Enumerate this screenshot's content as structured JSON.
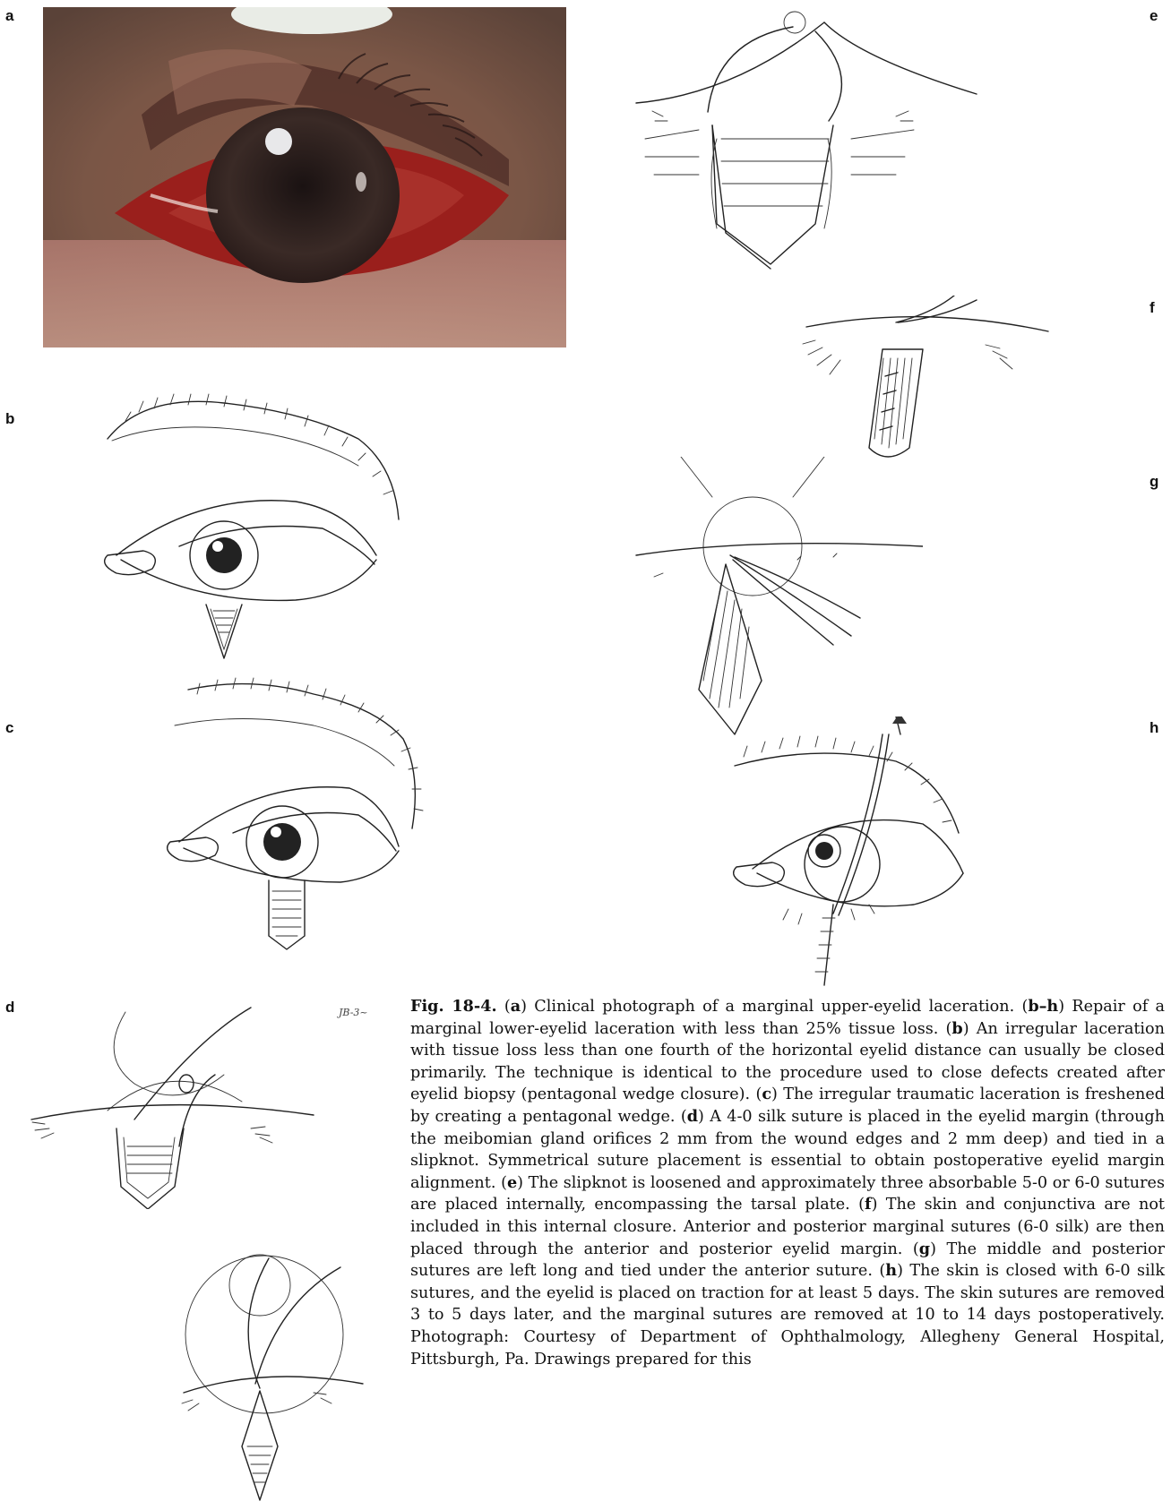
{
  "panels": {
    "a": "a",
    "b": "b",
    "c": "c",
    "d": "d",
    "e": "e",
    "f": "f",
    "g": "g",
    "h": "h"
  },
  "artist_mark": "JB-3~",
  "caption": {
    "fig_label": "Fig. 18-4.",
    "segments": [
      {
        "t": " (",
        "b": false
      },
      {
        "t": "a",
        "b": true
      },
      {
        "t": ") Clinical photograph of a marginal upper-eyelid laceration. (",
        "b": false
      },
      {
        "t": "b–h",
        "b": true
      },
      {
        "t": ") Repair of a marginal lower-eyelid laceration with less than 25% tissue loss. (",
        "b": false
      },
      {
        "t": "b",
        "b": true
      },
      {
        "t": ") An irregular laceration with tissue loss less than one fourth of the horizontal eyelid distance can usually be closed primarily. The technique is identical to the procedure used to close defects created after eyelid biopsy (pentagonal wedge closure). (",
        "b": false
      },
      {
        "t": "c",
        "b": true
      },
      {
        "t": ") The irregular traumatic laceration is freshened by creating a pentagonal wedge. (",
        "b": false
      },
      {
        "t": "d",
        "b": true
      },
      {
        "t": ") A 4-0 silk suture is placed in the eyelid margin (through the meibomian gland orifices 2 mm from the wound edges and 2 mm deep) and tied in a slipknot. Symmetrical suture placement is essential to obtain postoperative eyelid margin alignment. (",
        "b": false
      },
      {
        "t": "e",
        "b": true
      },
      {
        "t": ") The slipknot is loosened and approximately three absorbable 5-0 or 6-0 sutures are placed internally, encompassing the tarsal plate. (",
        "b": false
      },
      {
        "t": "f",
        "b": true
      },
      {
        "t": ") The skin and conjunctiva are not included in this internal closure. Anterior and posterior marginal sutures (6-0 silk) are then placed through the anterior and posterior eyelid margin. (",
        "b": false
      },
      {
        "t": "g",
        "b": true
      },
      {
        "t": ") The middle and posterior sutures are left long and tied under the anterior suture. (",
        "b": false
      },
      {
        "t": "h",
        "b": true
      },
      {
        "t": ") The skin is closed with 6-0 silk sutures, and the eyelid is placed on traction for at least 5 days. The skin sutures are removed 3 to 5 days later, and the marginal sutures are removed at 10 to 14 days postoperatively. Photograph: Courtesy of Department of Ophthalmology, Allegheny General Hospital, Pittsburgh, Pa. Drawings prepared for this",
        "b": false
      }
    ]
  }
}
